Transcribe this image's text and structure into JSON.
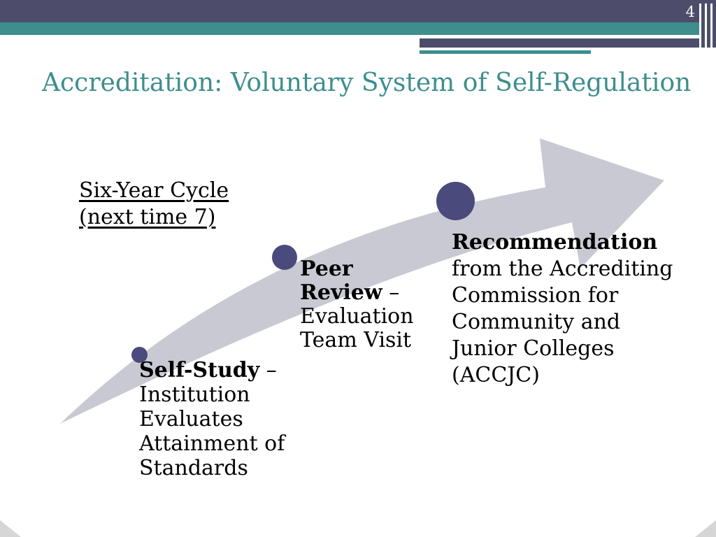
{
  "slide": {
    "page_number": "4",
    "title": "Accreditation: Voluntary System of Self-Regulation"
  },
  "diagram": {
    "cycle_label": {
      "lines": [
        "Six-Year Cycle",
        "(next time 7)"
      ]
    },
    "stages": [
      {
        "lines": [
          {
            "bold": "Self-Study",
            "plain": " –"
          },
          {
            "plain": "Institution"
          },
          {
            "plain": "Evaluates"
          },
          {
            "plain": "Attainment of"
          },
          {
            "plain": "Standards"
          }
        ]
      },
      {
        "lines": [
          {
            "bold": "Peer"
          },
          {
            "bold": "Review",
            "plain": " –"
          },
          {
            "plain": "Evaluation"
          },
          {
            "plain": "Team Visit"
          }
        ]
      },
      {
        "lines": [
          {
            "bold": "Recommendation"
          },
          {
            "plain": "from the Accrediting"
          },
          {
            "plain": "Commission for"
          },
          {
            "plain": "Community and"
          },
          {
            "plain": "Junior Colleges"
          },
          {
            "plain": "(ACCJC)"
          }
        ]
      }
    ]
  },
  "colors": {
    "header_dark": "#4D4D6B",
    "header_teal": "#3E8E8E",
    "title_text": "#3E8E8E",
    "arrow_gray": "#C9C9D3",
    "stage_dot": "#4A4A7C",
    "body_text": "#000000",
    "page_number_text": "#FFFFFF"
  }
}
